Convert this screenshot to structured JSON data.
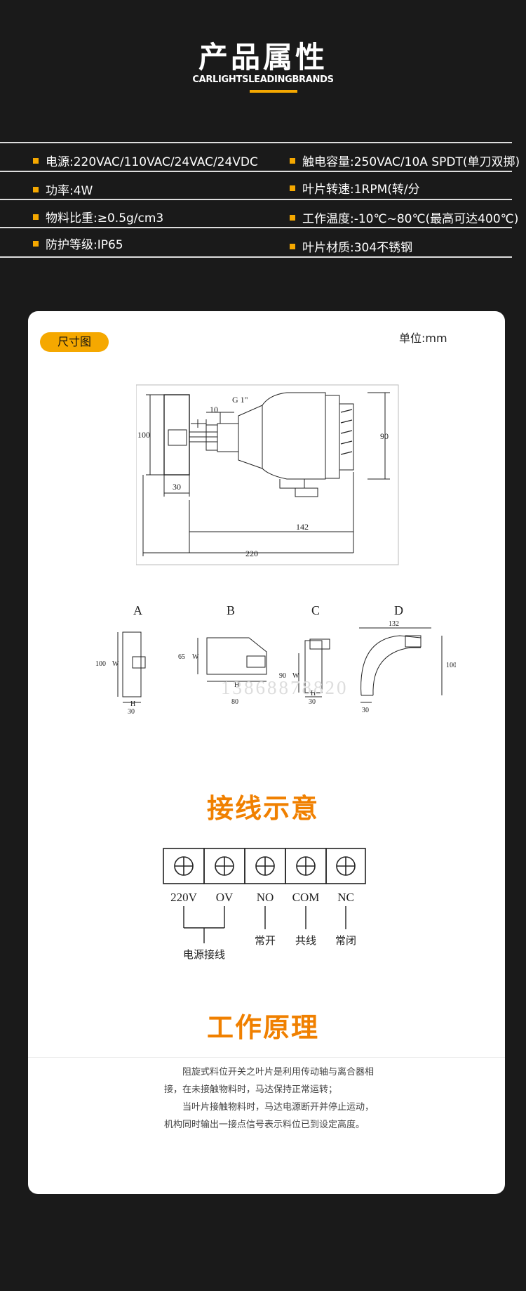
{
  "header": {
    "title": "产品属性",
    "subtitle": "CARLIGHTSLEADINGBRANDS"
  },
  "attributes": {
    "left": [
      "电源:220VAC/110VAC/24VAC/24VDC",
      "功率:4W",
      "物料比重:≥0.5g/cm3",
      "防护等级:IP65"
    ],
    "right": [
      "触电容量:250VAC/10A SPDT(单刀双掷)",
      "叶片转速:1RPM(转/分",
      "工作温度:-10℃~80℃(最高可达400℃)",
      "叶片材质:304不锈钢"
    ]
  },
  "dimensions": {
    "label": "尺寸图",
    "unit": "单位:mm",
    "main": {
      "d100": "100",
      "d10": "10",
      "g1": "G 1\"",
      "d90": "90",
      "d30": "30",
      "d142": "142",
      "d220": "220"
    },
    "variants": [
      {
        "letter": "A",
        "w": "100",
        "w_label": "W",
        "h_label": "H",
        "h": "30"
      },
      {
        "letter": "B",
        "w": "65",
        "w_label": "W",
        "h_label": "H",
        "h": "80"
      },
      {
        "letter": "C",
        "w": "90",
        "w_label": "W",
        "h_label": "H",
        "h": "30"
      },
      {
        "letter": "D",
        "top": "132",
        "right": "100",
        "bottom": "30"
      }
    ],
    "watermark": "13868878820"
  },
  "wiring": {
    "title": "接线示意",
    "terminals": [
      "220V",
      "OV",
      "NO",
      "COM",
      "NC"
    ],
    "groups": {
      "power": "电源接线",
      "no": "常开",
      "com": "共线",
      "nc": "常闭"
    }
  },
  "principle": {
    "title": "工作原理",
    "paragraphs": [
      "阻旋式料位开关之叶片是利用传动轴与离合器相接，在未接触物料时，马达保持正常运转；",
      "当叶片接触物料时，马达电源断开并停止运动，机构同时输出一接点信号表示料位已到设定高度。"
    ]
  }
}
